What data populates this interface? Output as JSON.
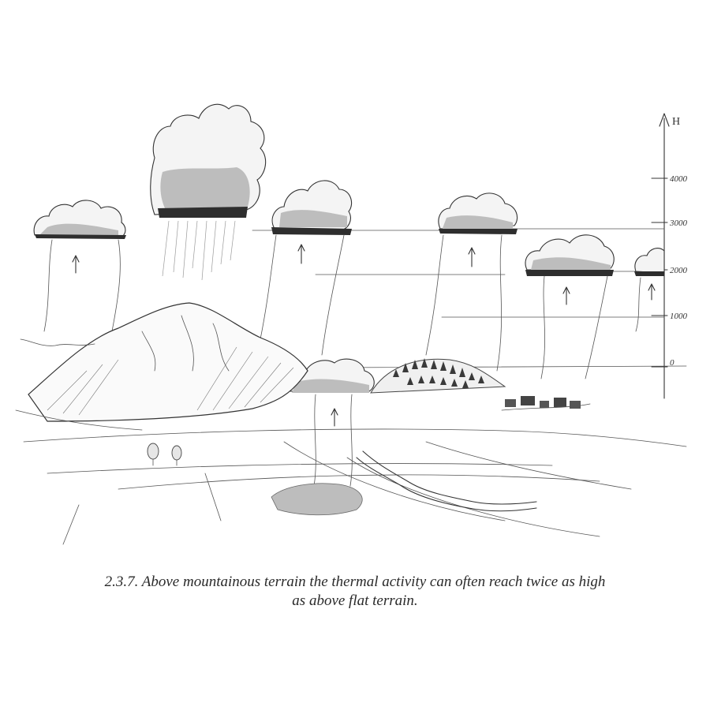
{
  "figure": {
    "axis": {
      "title": "H",
      "ticks": [
        "4000",
        "3000",
        "2000",
        "1000",
        "0"
      ]
    }
  },
  "caption": {
    "line1": "2.3.7. Above mountainous terrain the thermal activity can often reach twice as high",
    "line2": "as above flat terrain."
  }
}
